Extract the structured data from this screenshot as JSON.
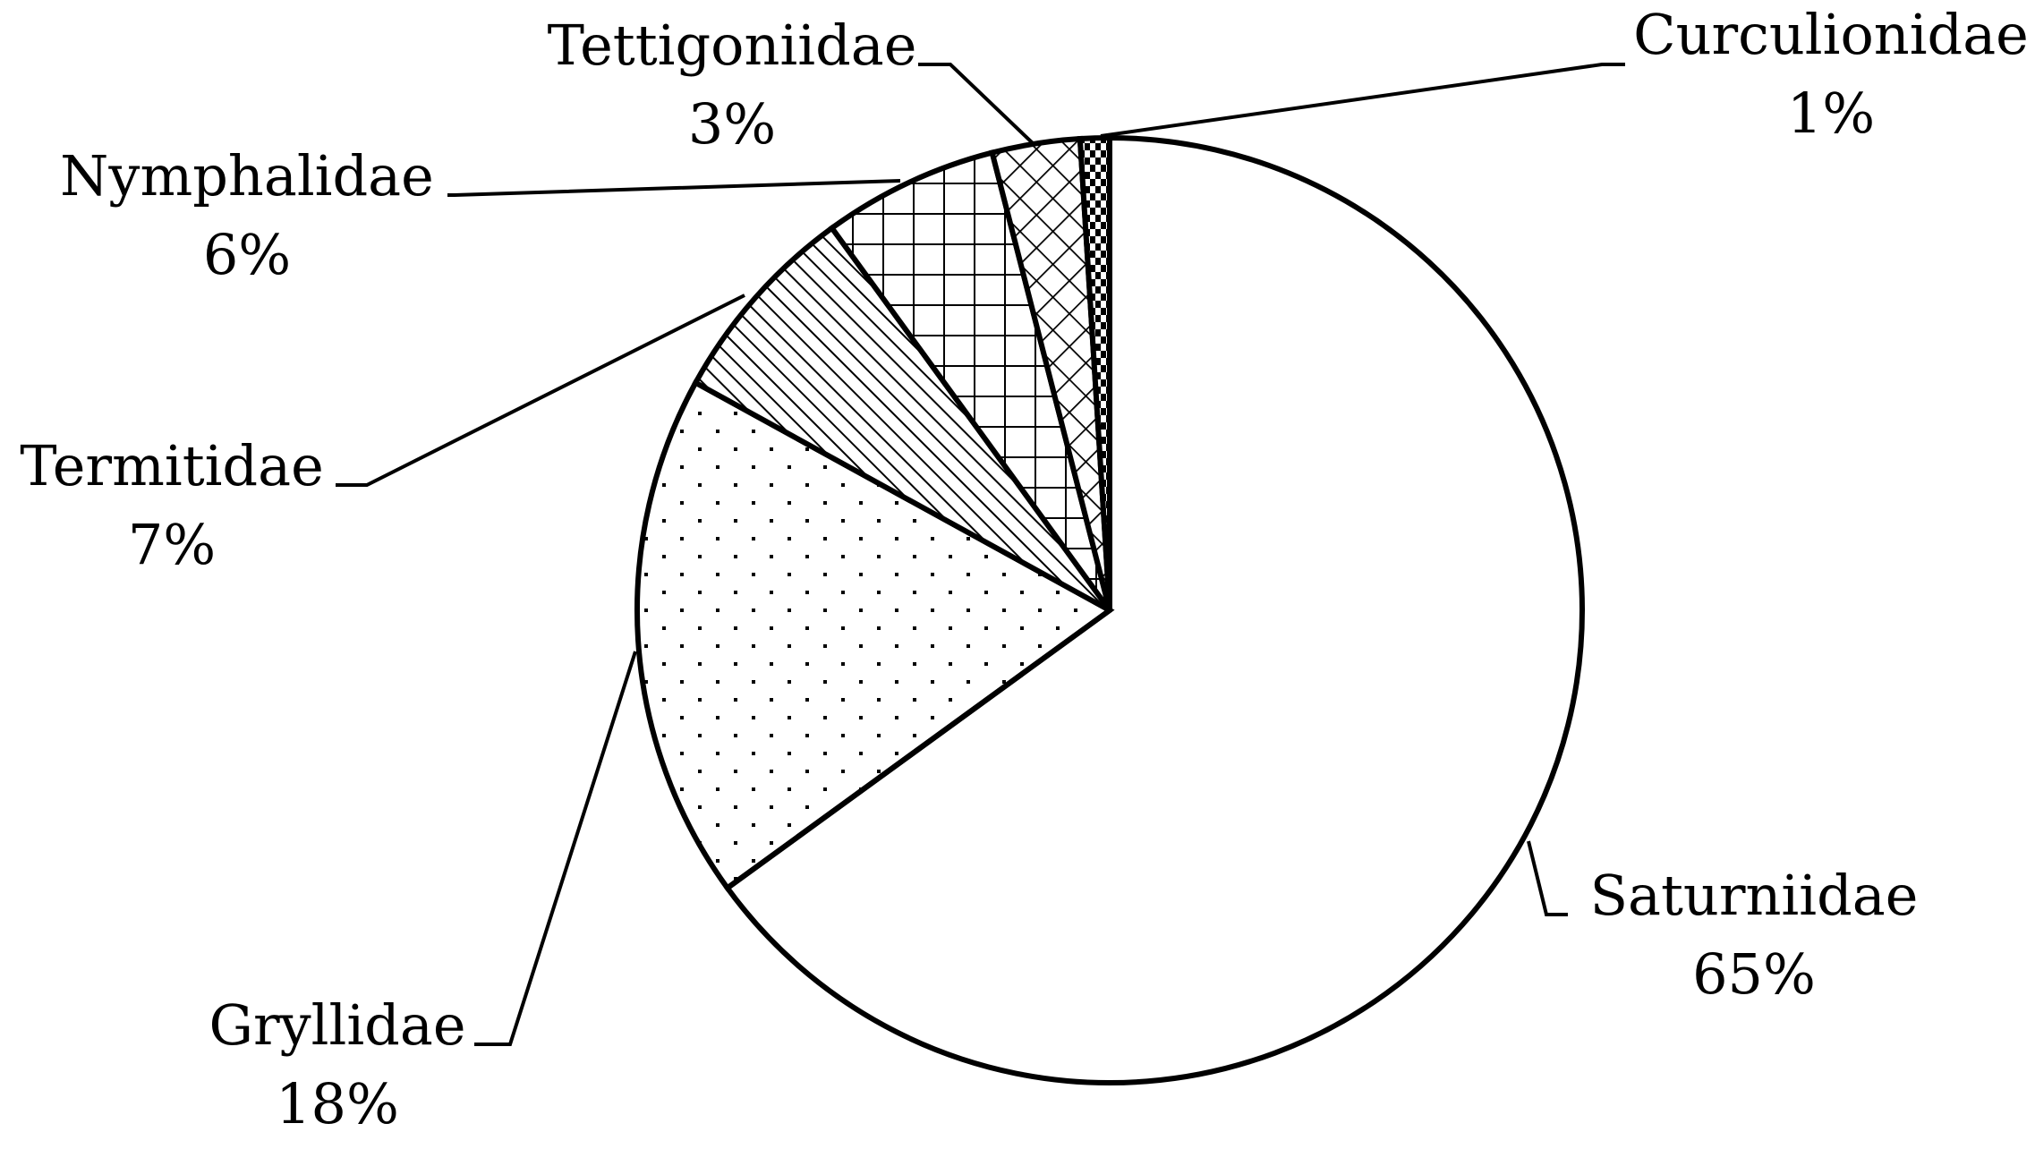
{
  "chart_data": {
    "type": "pie",
    "start_angle_deg": 0,
    "direction": "clockwise",
    "slices": [
      {
        "name": "Saturniidae",
        "value_label": "65%",
        "value": 65,
        "pattern": "none"
      },
      {
        "name": "Gryllidae",
        "value_label": "18%",
        "value": 18,
        "pattern": "dots"
      },
      {
        "name": "Termitidae",
        "value_label": "7%",
        "value": 7,
        "pattern": "diagonal-lines"
      },
      {
        "name": "Nymphalidae",
        "value_label": "6%",
        "value": 6,
        "pattern": "grid"
      },
      {
        "name": "Tettigoniidae",
        "value_label": "3%",
        "value": 3,
        "pattern": "diamond-lattice"
      },
      {
        "name": "Curculionidae",
        "value_label": "1%",
        "value": 1,
        "pattern": "dashed-vertical"
      }
    ]
  }
}
